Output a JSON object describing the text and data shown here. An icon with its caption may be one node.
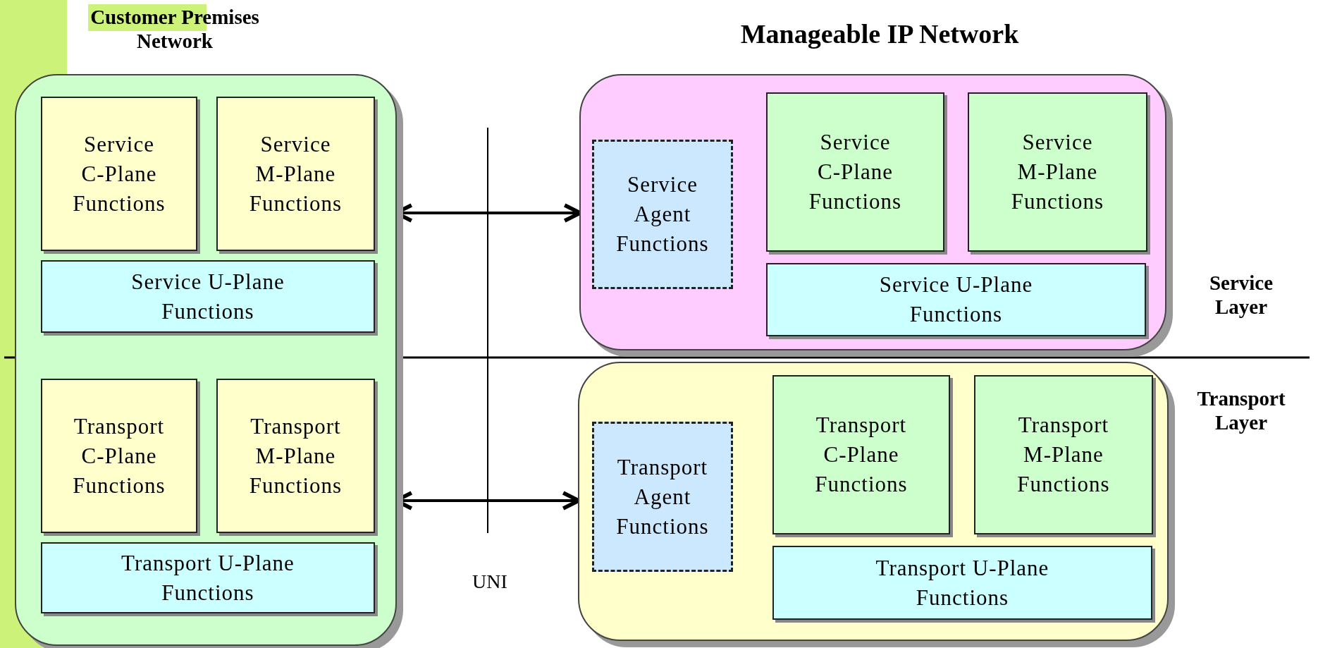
{
  "diagram": {
    "nodes": [
      {
        "text": [
          "Customer Premises Network"
        ]
      },
      {
        "text": [
          "Service C-Plane Functions"
        ],
        "in": 0
      },
      {
        "text": [
          "Service M-Plane Functions"
        ],
        "in": 0
      },
      {
        "text": [
          "Service U-Plane Functions"
        ],
        "in": 0
      },
      {
        "text": [
          "Transport C-Plane Functions"
        ],
        "in": 0
      },
      {
        "text": [
          "Transport M-Plane Functions"
        ],
        "in": 0
      },
      {
        "text": [
          "Transport U-Plane Functions"
        ],
        "in": 0
      },
      {
        "text": [],
        "shape": "box"
      },
      {
        "text": [
          "Service Agent Functions"
        ],
        "in": 7
      },
      {
        "text": [
          "Service C-Plane Functions"
        ],
        "in": 7
      },
      {
        "text": [
          "Service M-Plane Functions"
        ],
        "in": 7
      },
      {
        "text": [
          "Service U-Plane Functions"
        ],
        "in": 7
      },
      {
        "text": [],
        "shape": "box"
      },
      {
        "text": [
          "Transport Agent Functions"
        ],
        "in": 12
      },
      {
        "text": [
          "Transport C-Plane Functions"
        ],
        "in": 12
      },
      {
        "text": [
          "Transport M-Plane Functions"
        ],
        "in": 12
      },
      {
        "text": [
          "Transport U-Plane Functions"
        ],
        "in": 12
      }
    ],
    "edges": [
      {
        "from": 0,
        "to": 7,
        "arrow": "both"
      },
      {
        "from": 0,
        "to": 12,
        "arrow": "both"
      }
    ],
    "labels": [
      "Manageable IP Network",
      "Service Layer",
      "Transport Layer",
      "UNI"
    ]
  }
}
